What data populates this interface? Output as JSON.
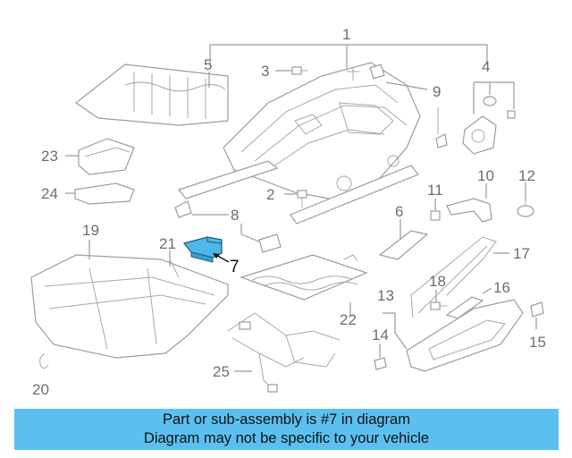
{
  "colors": {
    "highlight": "#4fb6e6",
    "banner": "#5bc0f0",
    "line": "#9c9c9c",
    "label": "#6e6e6e"
  },
  "callouts": [
    "1",
    "2",
    "3",
    "4",
    "5",
    "6",
    "7",
    "8",
    "9",
    "10",
    "11",
    "12",
    "13",
    "14",
    "15",
    "16",
    "17",
    "18",
    "19",
    "20",
    "21",
    "22",
    "23",
    "24",
    "25"
  ],
  "highlighted_part": "7",
  "banner": {
    "line1": "Part or sub-assembly is #7 in diagram",
    "line2": "Diagram may not be specific to your vehicle"
  }
}
